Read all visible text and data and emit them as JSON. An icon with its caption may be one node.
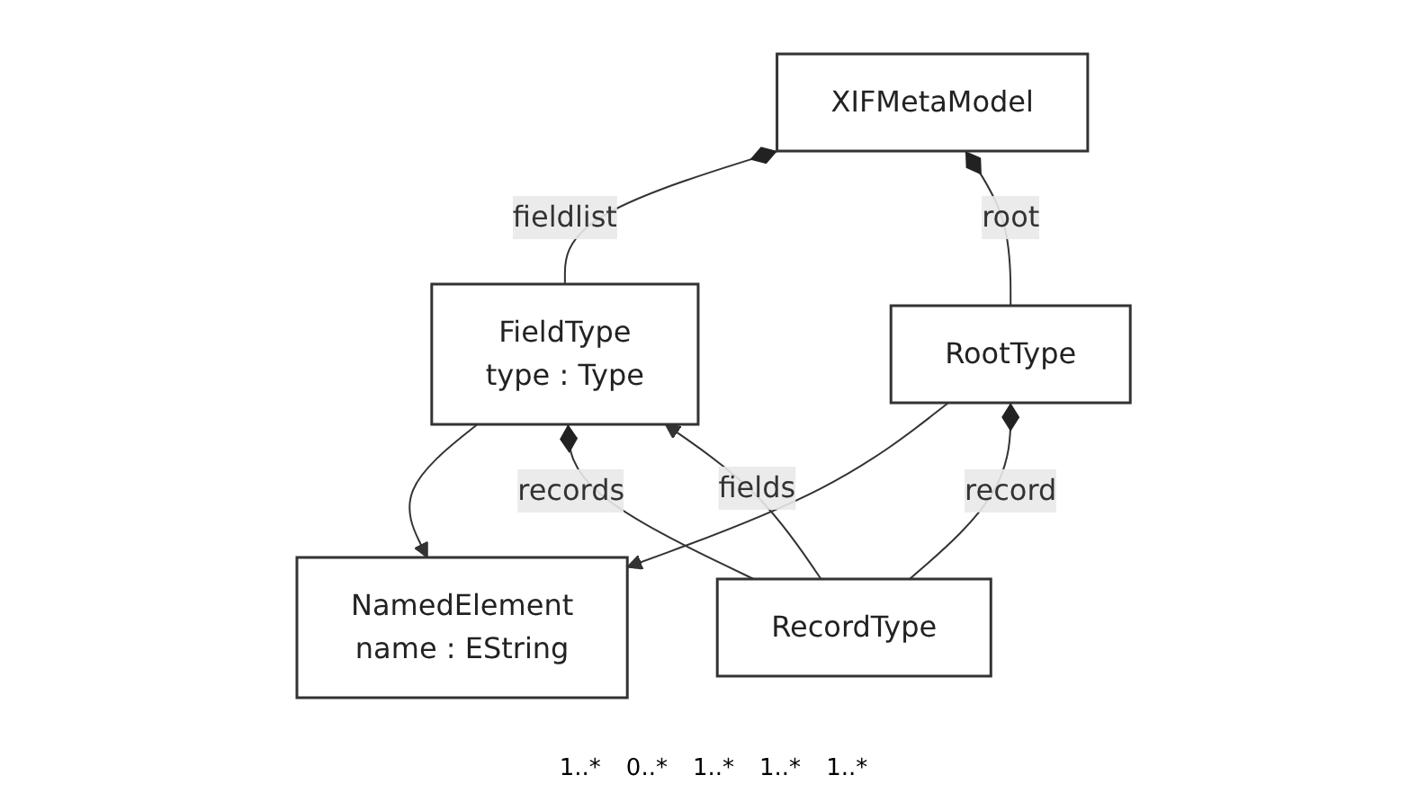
{
  "diagram": {
    "nodes": [
      {
        "text": [
          "XIFMetaModel"
        ]
      },
      {
        "text": [
          "NamedElement",
          "name : EString"
        ]
      },
      {
        "text": [
          "FieldType",
          "type : Type"
        ]
      },
      {
        "text": [
          "RootType"
        ]
      },
      {
        "text": [
          "RecordType"
        ]
      }
    ],
    "edges": [
      {
        "from": 0,
        "to": 2,
        "arrow": "other",
        "label": "fieldlist"
      },
      {
        "from": 2,
        "to": 1,
        "arrow": "to"
      },
      {
        "from": 3,
        "to": 1,
        "arrow": "to"
      },
      {
        "from": 4,
        "to": 2,
        "arrow": "to",
        "label": "fields"
      },
      {
        "from": 2,
        "to": 4,
        "arrow": "other",
        "label": "records"
      },
      {
        "from": 0,
        "to": 3,
        "arrow": "other",
        "label": "root"
      },
      {
        "from": 3,
        "to": 4,
        "arrow": "other",
        "label": "record"
      }
    ],
    "labels": [
      "1..*",
      "0..*",
      "1..*",
      "1..*",
      "1..*"
    ]
  }
}
